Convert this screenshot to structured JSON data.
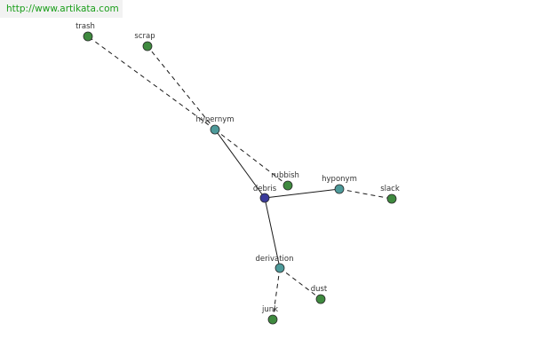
{
  "watermark": "http://www.artikata.com",
  "colors": {
    "center": "#3a3a9a",
    "relation": "#4d9a9a",
    "word": "#3f8a3f",
    "watermark_text": "#1a9e1a"
  },
  "graph": {
    "nodes": [
      {
        "id": "debris",
        "label": "debris",
        "kind": "center"
      },
      {
        "id": "hypernym",
        "label": "hypernym",
        "kind": "relation"
      },
      {
        "id": "hyponym",
        "label": "hyponym",
        "kind": "relation"
      },
      {
        "id": "derivation",
        "label": "derivation",
        "kind": "relation"
      },
      {
        "id": "trash",
        "label": "trash",
        "kind": "word"
      },
      {
        "id": "scrap",
        "label": "scrap",
        "kind": "word"
      },
      {
        "id": "rubbish",
        "label": "rubbish",
        "kind": "word"
      },
      {
        "id": "slack",
        "label": "slack",
        "kind": "word"
      },
      {
        "id": "dust",
        "label": "dust",
        "kind": "word"
      },
      {
        "id": "junk",
        "label": "junk",
        "kind": "word"
      }
    ],
    "edges": [
      {
        "from": "debris",
        "to": "hypernym",
        "style": "solid"
      },
      {
        "from": "debris",
        "to": "hyponym",
        "style": "solid"
      },
      {
        "from": "debris",
        "to": "derivation",
        "style": "solid"
      },
      {
        "from": "hypernym",
        "to": "trash",
        "style": "dashed"
      },
      {
        "from": "hypernym",
        "to": "scrap",
        "style": "dashed"
      },
      {
        "from": "hypernym",
        "to": "rubbish",
        "style": "dashed"
      },
      {
        "from": "hyponym",
        "to": "slack",
        "style": "dashed"
      },
      {
        "from": "derivation",
        "to": "dust",
        "style": "dashed"
      },
      {
        "from": "derivation",
        "to": "junk",
        "style": "dashed"
      }
    ]
  }
}
